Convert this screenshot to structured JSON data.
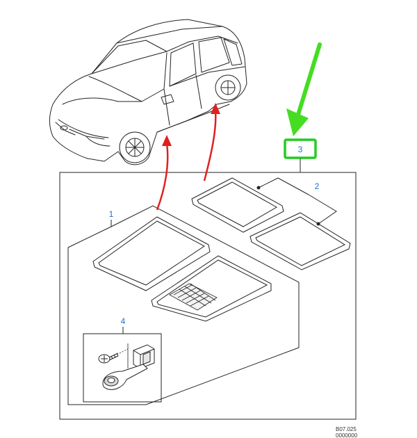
{
  "callouts": {
    "mats_front": "1",
    "mats_rear": "2",
    "mat_set": "3",
    "fixing_kit": "4"
  },
  "reference": {
    "code": "B07.025",
    "sub": "0000000"
  },
  "colors": {
    "line": "#222222",
    "callout_text": "#1f6fd6",
    "highlight_box": "#22cc22",
    "pointer_arrow": "#44dd22",
    "fit_arrow": "#e02020"
  }
}
